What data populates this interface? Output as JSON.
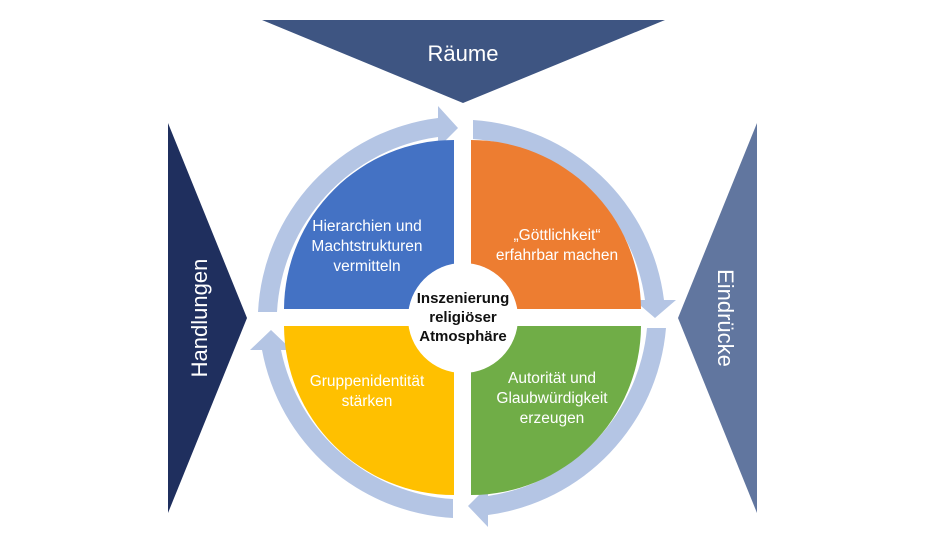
{
  "sides": {
    "top": "Räume",
    "left": "Handlungen",
    "right": "Eindrücke"
  },
  "center": {
    "line1": "Inszenierung",
    "line2": "religiöser",
    "line3": "Atmosphäre"
  },
  "quadrants": {
    "top_left": {
      "line1": "Hierarchien und",
      "line2": "Machtstrukturen",
      "line3": "vermitteln"
    },
    "top_right": {
      "line1": "„Göttlichkeit“",
      "line2": "erfahrbar machen"
    },
    "bottom_left": {
      "line1": "Gruppenidentität",
      "line2": "stärken"
    },
    "bottom_right": {
      "line1": "Autorität und",
      "line2": "Glaubwürdigkeit",
      "line3": "erzeugen"
    }
  },
  "colors": {
    "top_triangle": "#3e5582",
    "left_triangle": "#1f2f5e",
    "right_triangle": "#61769f",
    "quad_top_left": "#4472c4",
    "quad_top_right": "#ed7d31",
    "quad_bottom_left": "#ffc000",
    "quad_bottom_right": "#70ad47",
    "arrow_ring": "#b4c5e4"
  }
}
